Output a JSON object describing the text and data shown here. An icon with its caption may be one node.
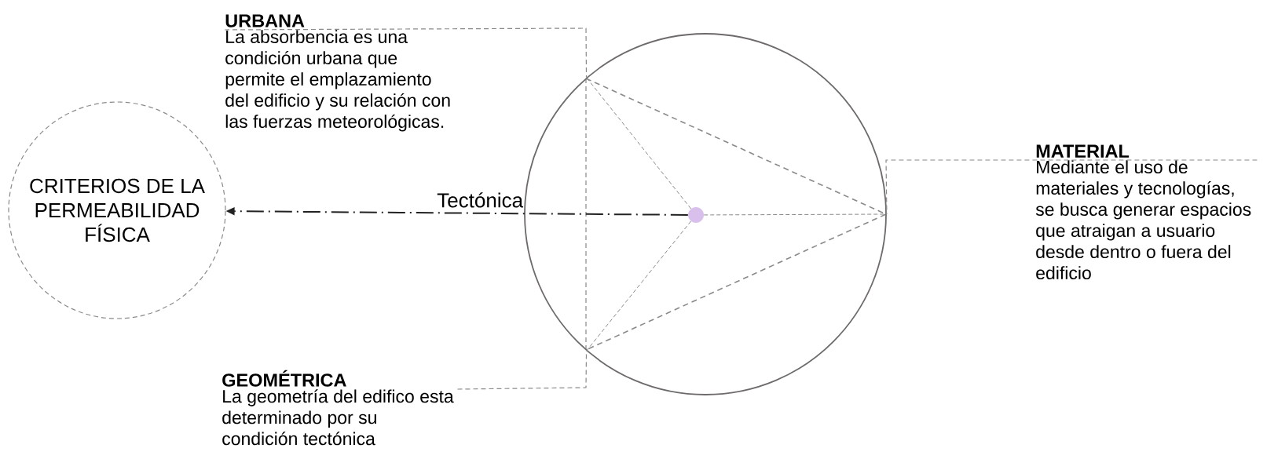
{
  "diagram": {
    "nodes": [
      {
        "text": [
          "CRITERIOS DE LA PERMEABILIDAD FÍSICA"
        ]
      },
      {
        "text": [],
        "shape": "circle"
      },
      {
        "text": [],
        "shape": "circle",
        "in": 1
      },
      {
        "text": [
          "URBANA",
          "La absorbencia es una condición urbana que permite el emplazamiento del edificio y su relación con las fuerzas meteorológicas."
        ]
      },
      {
        "text": [
          "MATERIAL",
          "Mediante el uso de materiales y tecnologías, se busca generar espacios que atraigan a usuario desde dentro o fuera del edificio"
        ]
      },
      {
        "text": [
          "GEOMÉTRICA",
          "La geometría del edifico esta determinado por su condición tectónica"
        ]
      }
    ],
    "edges": [
      {
        "from": 2,
        "to": 0,
        "arrow": "to",
        "label": "Tectónica",
        "color": "#222222"
      },
      {
        "from": 2,
        "to": 1,
        "arrow": "none",
        "style": "dashed"
      },
      {
        "from": 2,
        "to": 1,
        "arrow": "none",
        "style": "dashed"
      },
      {
        "from": 2,
        "to": 1,
        "arrow": "none",
        "style": "dashed"
      },
      {
        "from": 3,
        "to": 1,
        "arrow": "none",
        "style": "dashed"
      },
      {
        "from": 4,
        "to": 1,
        "arrow": "none",
        "style": "dashed"
      },
      {
        "from": 5,
        "to": 1,
        "arrow": "none",
        "style": "dashed"
      }
    ]
  }
}
